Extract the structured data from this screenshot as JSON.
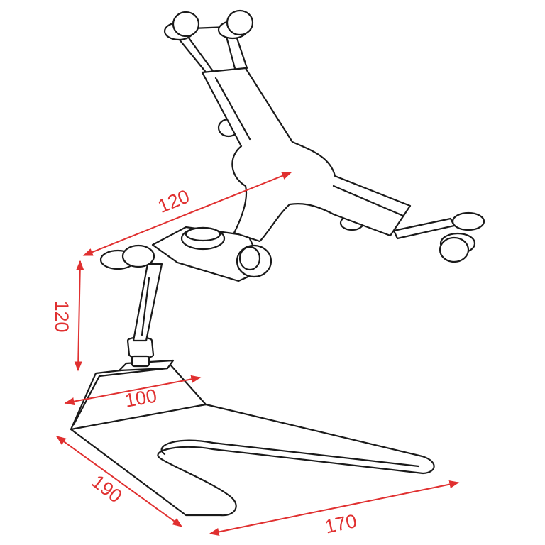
{
  "colors": {
    "dimension": "#e03030",
    "ink": "#1a1a1a",
    "background": "#ffffff"
  },
  "dimensions": [
    {
      "id": "arm-length",
      "label": "120"
    },
    {
      "id": "column-height",
      "label": "120"
    },
    {
      "id": "base-rear-width",
      "label": "100"
    },
    {
      "id": "base-side-depth",
      "label": "190"
    },
    {
      "id": "base-front-length",
      "label": "170"
    }
  ]
}
